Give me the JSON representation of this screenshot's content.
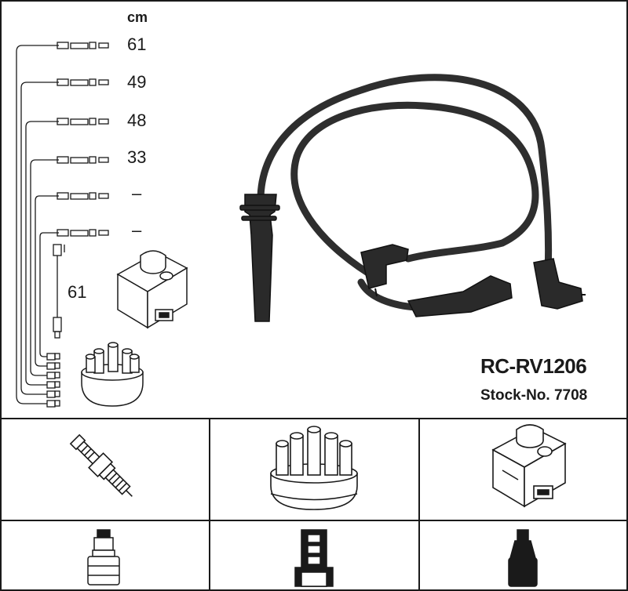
{
  "header": {
    "unit": "cm"
  },
  "cable_lengths": [
    "61",
    "49",
    "48",
    "33",
    "–",
    "–"
  ],
  "coil_lead_length": "61",
  "product": {
    "model": "RC-RV1206",
    "stock_number": "Stock-No. 7708"
  },
  "colors": {
    "line": "#1a1a1a",
    "cable": "#2e2e2e",
    "background": "#ffffff"
  },
  "icons": {
    "row1": [
      "spark-plug-icon",
      "distributor-cap-icon",
      "ignition-coil-icon"
    ],
    "row2": [
      "spark-plug-connector-icon",
      "distributor-connector-icon",
      "coil-connector-icon"
    ]
  }
}
